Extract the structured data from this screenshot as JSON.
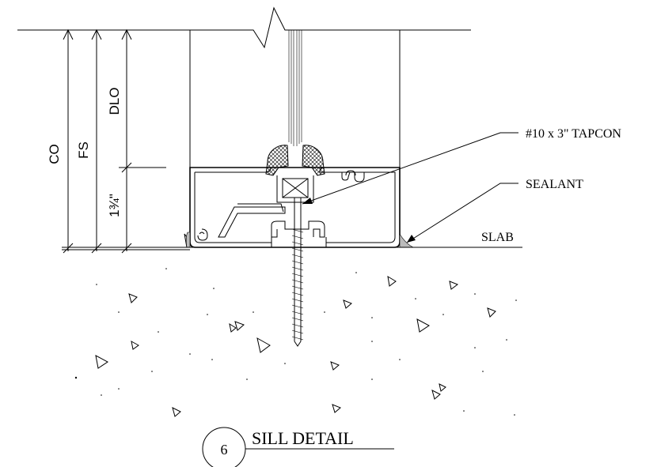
{
  "dimensions": {
    "co": "CO",
    "fs": "FS",
    "dlo": "DLO",
    "sill_height": "1¾\""
  },
  "callouts": {
    "tapcon": "#10 x 3\" TAPCON",
    "sealant": "SEALANT",
    "slab": "SLAB"
  },
  "title": {
    "number": "6",
    "text": "SILL DETAIL"
  }
}
